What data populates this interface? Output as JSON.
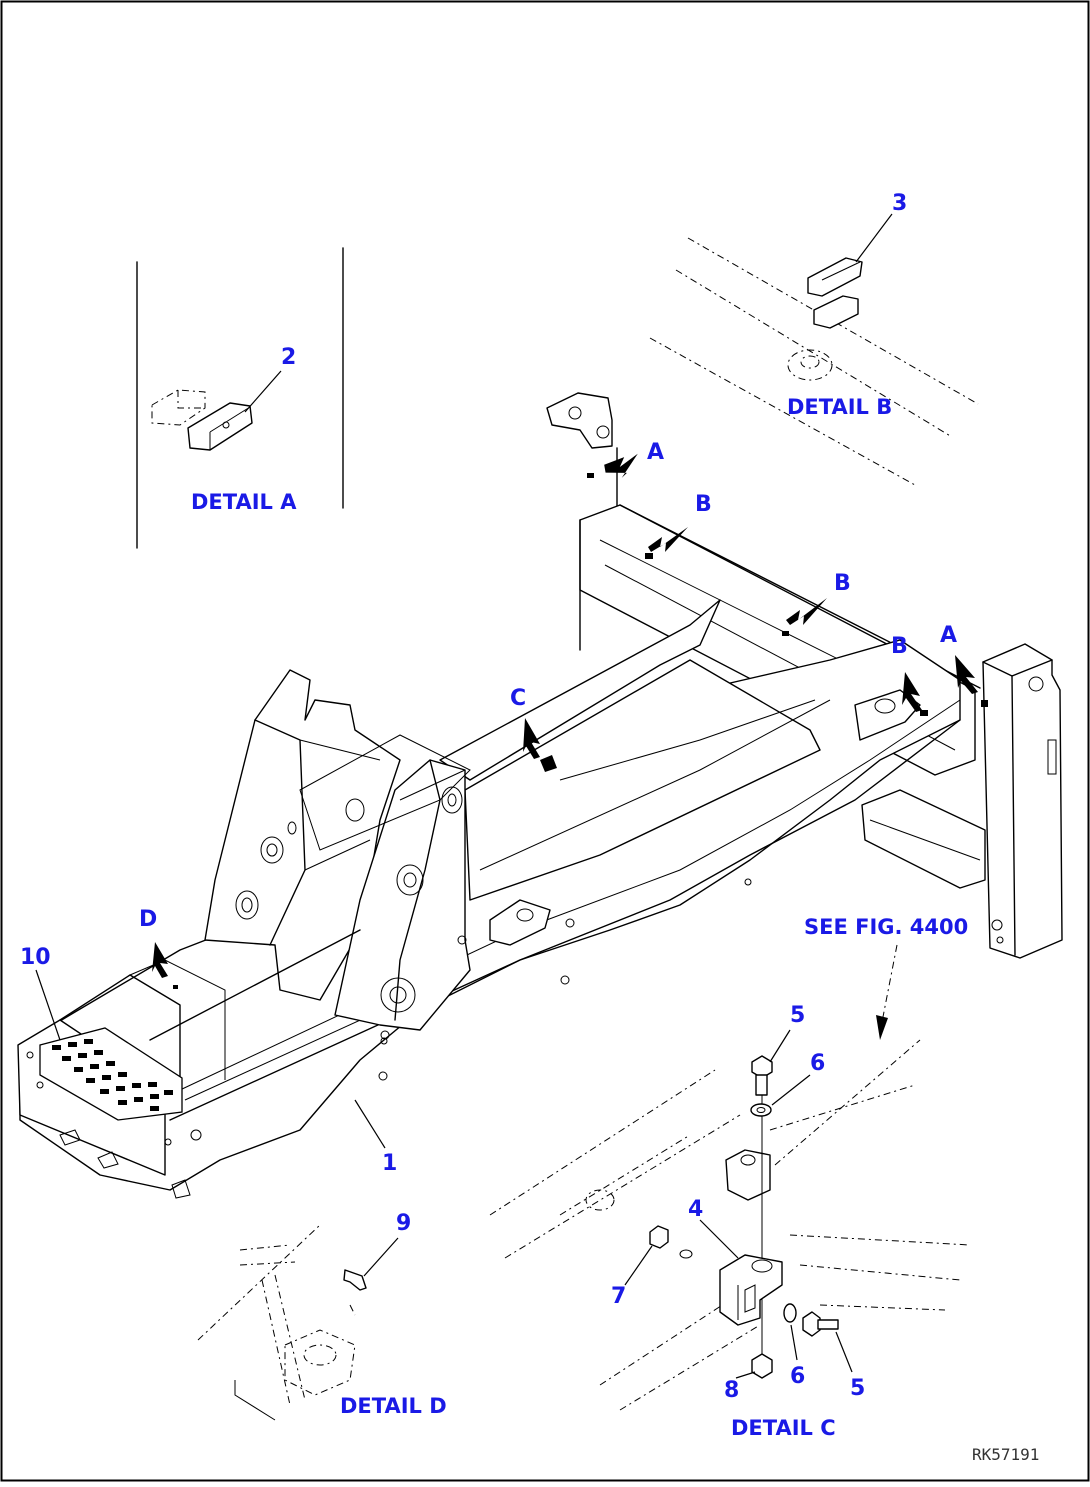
{
  "callouts": {
    "c1": "1",
    "c2": "2",
    "c3": "3",
    "c4": "4",
    "c5a": "5",
    "c5b": "5",
    "c6a": "6",
    "c6b": "6",
    "c7": "7",
    "c8": "8",
    "c9": "9",
    "c10": "10"
  },
  "markers": {
    "a1": "A",
    "a2": "A",
    "b1": "B",
    "b2": "B",
    "b3": "B",
    "c": "C",
    "d": "D"
  },
  "captions": {
    "detail_a": "DETAIL A",
    "detail_b": "DETAIL B",
    "detail_c": "DETAIL C",
    "detail_d": "DETAIL D",
    "see_fig": "SEE FIG. 4400"
  },
  "drawing_code": "RK57191",
  "colors": {
    "label": "#1a1ae6",
    "line": "#000000",
    "background": "#ffffff"
  }
}
